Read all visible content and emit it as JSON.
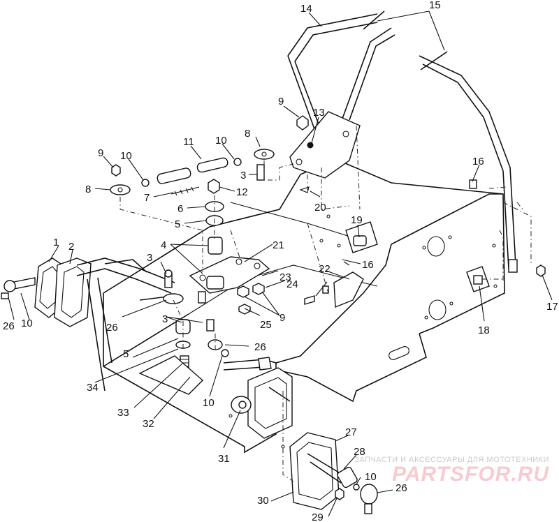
{
  "callouts": [
    "1",
    "2",
    "3",
    "3",
    "3",
    "4",
    "5",
    "5",
    "6",
    "7",
    "8",
    "8",
    "9",
    "9",
    "9",
    "10",
    "10",
    "10",
    "10",
    "10",
    "11",
    "12",
    "13",
    "14",
    "15",
    "16",
    "16",
    "17",
    "18",
    "19",
    "20",
    "21",
    "22",
    "23",
    "24",
    "25",
    "26",
    "26",
    "26",
    "26",
    "27",
    "28",
    "29",
    "30",
    "31",
    "32",
    "33",
    "34"
  ],
  "watermark": {
    "subtitle": "ЗАПЧАСТИ И АКСЕССУАРЫ ДЛЯ МОТОТЕХНИКИ",
    "brand": "PARTSFOR.RU"
  },
  "colors": {
    "line": "#111111",
    "background": "#ffffff",
    "watermark": "#f0a0aa"
  }
}
